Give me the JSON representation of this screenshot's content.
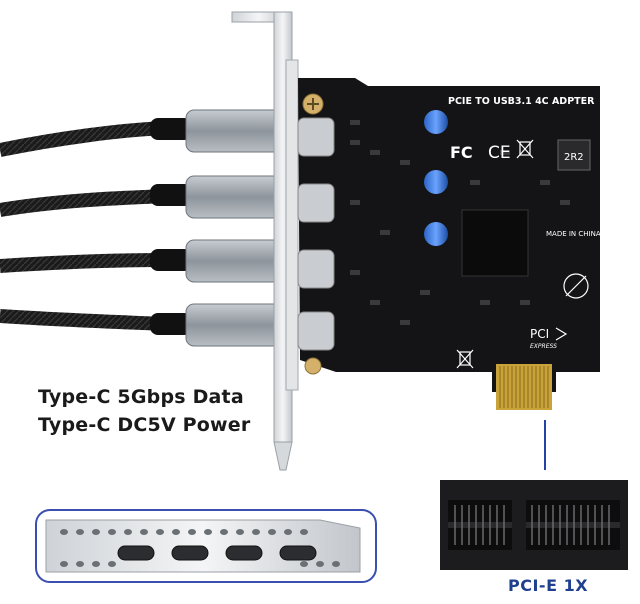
{
  "captions": {
    "line1": "Type-C 5Gbps Data",
    "line2": "Type-C DC5V Power"
  },
  "board": {
    "title": "PCIE TO USB3.1 4C ADPTER",
    "made_in": "MADE IN CHINA",
    "logo_line1": "PCI",
    "logo_line2": "EXPRESS",
    "inductor": "2R2",
    "cert_fc": "FC",
    "cert_ce": "CE"
  },
  "slot": {
    "label": "PCI-E 1X"
  },
  "colors": {
    "pcb": "#141416",
    "connector_metal": "#9aa0a8",
    "cable": "#1b1b1b",
    "gold_fingers": "#c9a23a",
    "slot_label": "#1f3f8f",
    "bracket_outline": "#3b4fae"
  },
  "port_count": 4
}
